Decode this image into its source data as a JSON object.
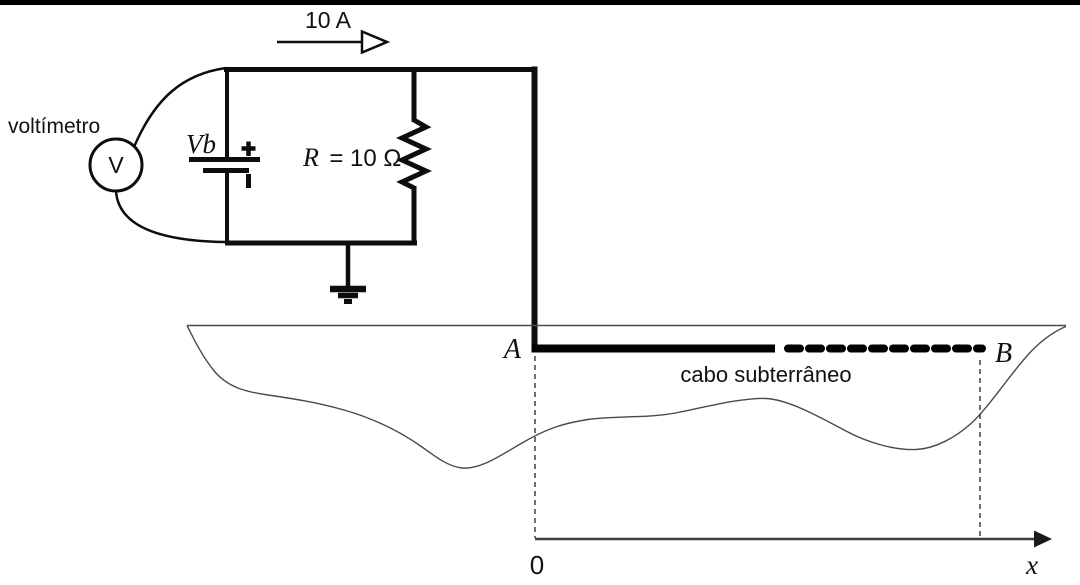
{
  "figure": {
    "description": "circuit with battery, resistor and underground cable diagram"
  },
  "colors": {
    "ink": "#0d0d0d",
    "terrain_line": "#4a4a4a",
    "axis_line": "#3c3c3c",
    "background": "#ffffff"
  },
  "circuit": {
    "current_label": "10 A",
    "voltmeter": {
      "label": "voltímetro",
      "symbol": "V"
    },
    "battery": {
      "label": "Vb"
    },
    "resistor": {
      "symbol": "R",
      "value": "= 10 Ω"
    }
  },
  "ground": {
    "cable_label": "cabo subterrâneo",
    "point_a": "A",
    "point_b": "B"
  },
  "axis": {
    "origin": "0",
    "label": "x"
  },
  "icons": {
    "battery_plus": "+",
    "battery_minus": "−",
    "current_arrowhead": "open-right-triangle",
    "axis_arrowhead": "filled-right-triangle",
    "earth_ground": "stacked-bars-ground-symbol"
  }
}
